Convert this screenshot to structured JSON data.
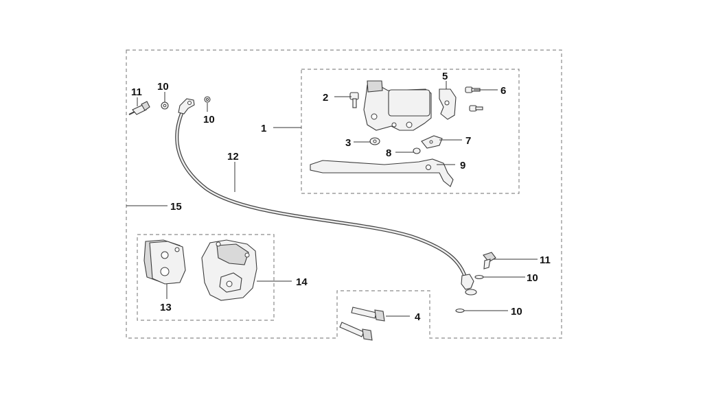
{
  "callouts": {
    "c1": "1",
    "c2": "2",
    "c3": "3",
    "c4": "4",
    "c5": "5",
    "c6": "6",
    "c7": "7",
    "c8": "8",
    "c9": "9",
    "c10a": "10",
    "c10b": "10",
    "c10c": "10",
    "c10d": "10",
    "c11a": "11",
    "c11b": "11",
    "c12": "12",
    "c13": "13",
    "c14": "14",
    "c15": "15"
  }
}
